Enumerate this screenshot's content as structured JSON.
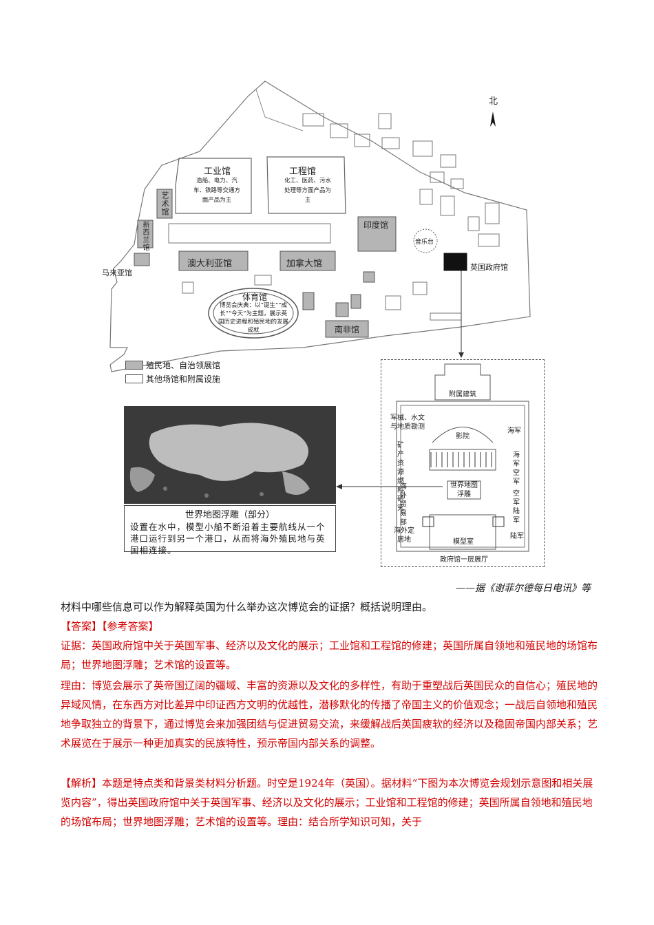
{
  "map": {
    "north": "北",
    "halls": {
      "industry": "工业馆",
      "industry_desc": "造船、电力、汽车、铁路等交通方面产品为主",
      "engineering": "工程馆",
      "engineering_desc": "化工、医药、污水处理等方面产品为主",
      "art": "艺术馆",
      "new_zealand": "新西兰馆",
      "malaya": "马来亚馆",
      "australia": "澳大利亚馆",
      "canada": "加拿大馆",
      "india": "印度馆",
      "bandstand": "音乐台",
      "uk_gov": "英国政府馆",
      "stadium": "体育馆",
      "stadium_desc": "博览会庆典：以“诞生”“成长”“今天”为主题，展示英国历史进程和殖民地的发展成就",
      "south_africa": "南非馆"
    },
    "legend": {
      "colony": "殖民地、自治领展馆",
      "other": "其他场馆和附属设施"
    }
  },
  "relief": {
    "title": "世界地图浮雕（部分）",
    "desc": "设置在水中，模型小船不断沿着主要航线从一个港口运行到另一个港口，从而将海外殖民地与英国相连接。"
  },
  "floorplan": {
    "annex": "附属建筑",
    "military": "军械、水文与地质勘测",
    "mineral": "矿产资源燃料研究",
    "cinema": "影院",
    "navy": "海军",
    "navy_air": "海军空军",
    "air_army": "空军陆军",
    "overseas_trade": "海外贸易部",
    "world_map": "世界地图浮雕",
    "settlement": "海外定居地",
    "model_room": "模型室",
    "army": "陆军",
    "caption": "政府馆一层展厅"
  },
  "source": "——据《谢菲尔德每日电讯》等",
  "question": "材料中哪些信息可以作为解释英国为什么举办这次博览会的证据？概括说明理由。",
  "answer_header": "【答案】【参考答案】",
  "evidence": "证据：英国政府馆中关于英国军事、经济以及文化的展示；工业馆和工程馆的修建；英国所属自领地和殖民地的场馆布局；世界地图浮雕；艺术馆的设置等。",
  "reason": "理由：博览会展示了英帝国辽阔的疆域、丰富的资源以及文化的多样性，有助于重塑战后英国民众的自信心；殖民地的异域风情，在东西方对比差异中印证西方文明的优越性，潜移默化的传播了帝国主义的价值观念；一战后自领地和殖民地争取独立的背景下，通过博览会来加强团结与促进贸易交流，来缓解战后英国疲软的经济以及稳固帝国内部关系；艺术展览在于展示一种更加真实的民族特性，预示帝国内部关系的调整。",
  "analysis": "【解析】本题是特点类和背景类材料分析题。时空是1924年（英国）。据材料“下图为本次博览会规划示意图和相关展览内容”，得出英国政府馆中关于英国军事、经济以及文化的展示；工业馆和工程馆的修建；英国所属自领地和殖民地的场馆布局；世界地图浮雕；艺术馆的设置等。理由：结合所学知识可知，关于",
  "colors": {
    "answer_red": "#d40000",
    "colony_fill": "#b5b5b5",
    "uk_fill": "#111111"
  }
}
